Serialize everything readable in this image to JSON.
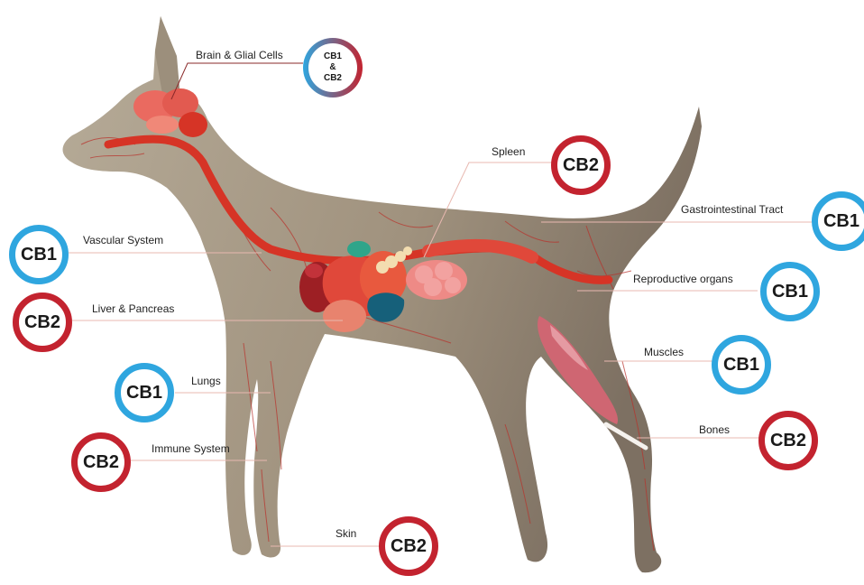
{
  "colors": {
    "cb1_ring": "#2fa6df",
    "cb2_ring": "#c3232f",
    "body_fill": "#a89c88",
    "organ_red": "#d63426",
    "leader_line": "#e8b8b0"
  },
  "callouts": {
    "brain": {
      "label": "Brain & Glial Cells",
      "badge_line1": "CB1",
      "badge_line2": "&",
      "badge_line3": "CB2"
    },
    "spleen": {
      "label": "Spleen",
      "badge": "CB2"
    },
    "gastro": {
      "label": "Gastrointestinal Tract",
      "badge": "CB1"
    },
    "vascular": {
      "label": "Vascular System",
      "badge": "CB1"
    },
    "liver": {
      "label": "Liver & Pancreas",
      "badge": "CB2"
    },
    "reproductive": {
      "label": "Reproductive organs",
      "badge": "CB1"
    },
    "muscles": {
      "label": "Muscles",
      "badge": "CB1"
    },
    "lungs": {
      "label": "Lungs",
      "badge": "CB1"
    },
    "bones": {
      "label": "Bones",
      "badge": "CB2"
    },
    "immune": {
      "label": "Immune System",
      "badge": "CB2"
    },
    "skin": {
      "label": "Skin",
      "badge": "CB2"
    }
  }
}
